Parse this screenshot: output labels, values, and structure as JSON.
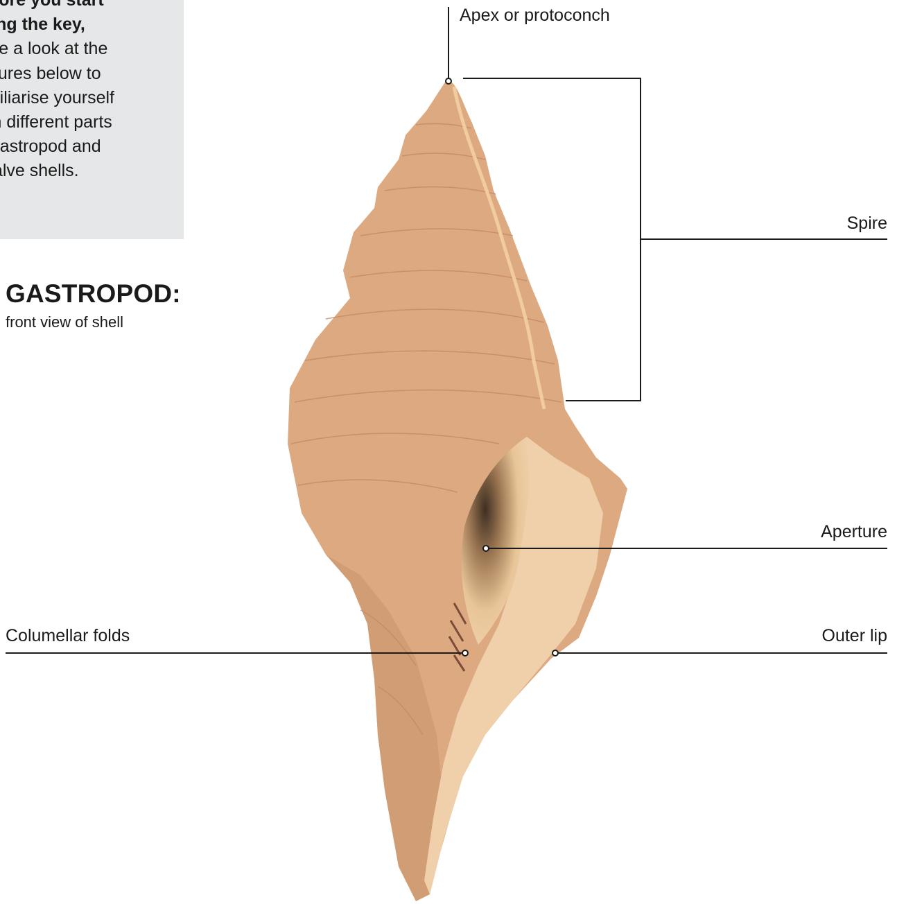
{
  "intro": {
    "bold_text": "Before you start\nusing the key,",
    "body_text": "have a look at the\npictures below to\nfamiliarise yourself\nwith different parts\nof gastropod and\nbivalve shells."
  },
  "heading": "GASTROPOD:",
  "subheading": "front view of shell",
  "labels": {
    "apex": "Apex or protoconch",
    "spire": "Spire",
    "aperture": "Aperture",
    "columellar_folds": "Columellar folds",
    "outer_lip": "Outer lip"
  },
  "colors": {
    "shell": "#dca981",
    "shell_dark": "#c48a62",
    "aperture_light": "#efd0aa",
    "aperture_dark": "#3e2f22",
    "panel": "#e6e7e8",
    "line": "#1a1a1a"
  }
}
